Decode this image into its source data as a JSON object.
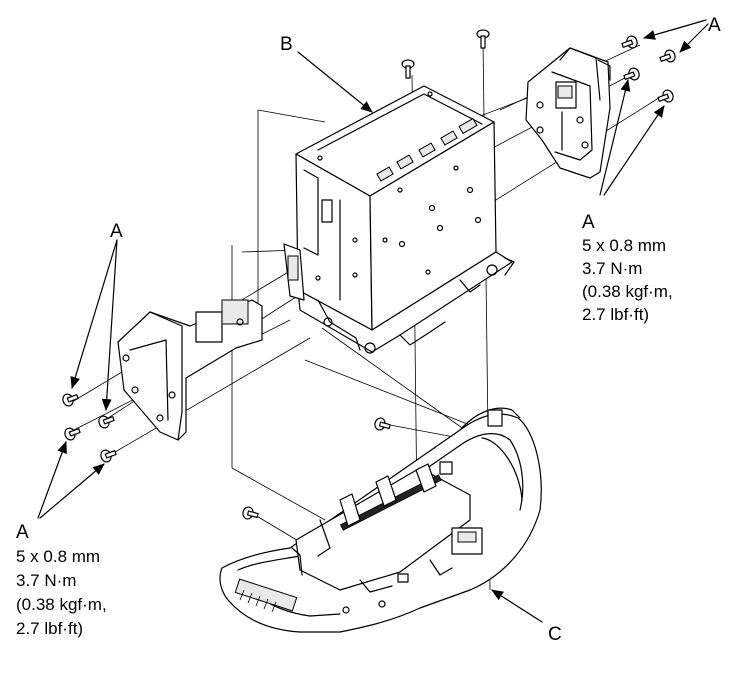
{
  "labels": {
    "part_a": "A",
    "part_b": "B",
    "part_c": "C"
  },
  "spec": {
    "size": "5 x 0.8 mm",
    "torque_nm": "3.7 N·m",
    "torque_kgf": "(0.38 kgf·m,",
    "torque_lbf": "2.7 lbf·ft)"
  },
  "colors": {
    "line": "#000000",
    "background": "#ffffff"
  }
}
